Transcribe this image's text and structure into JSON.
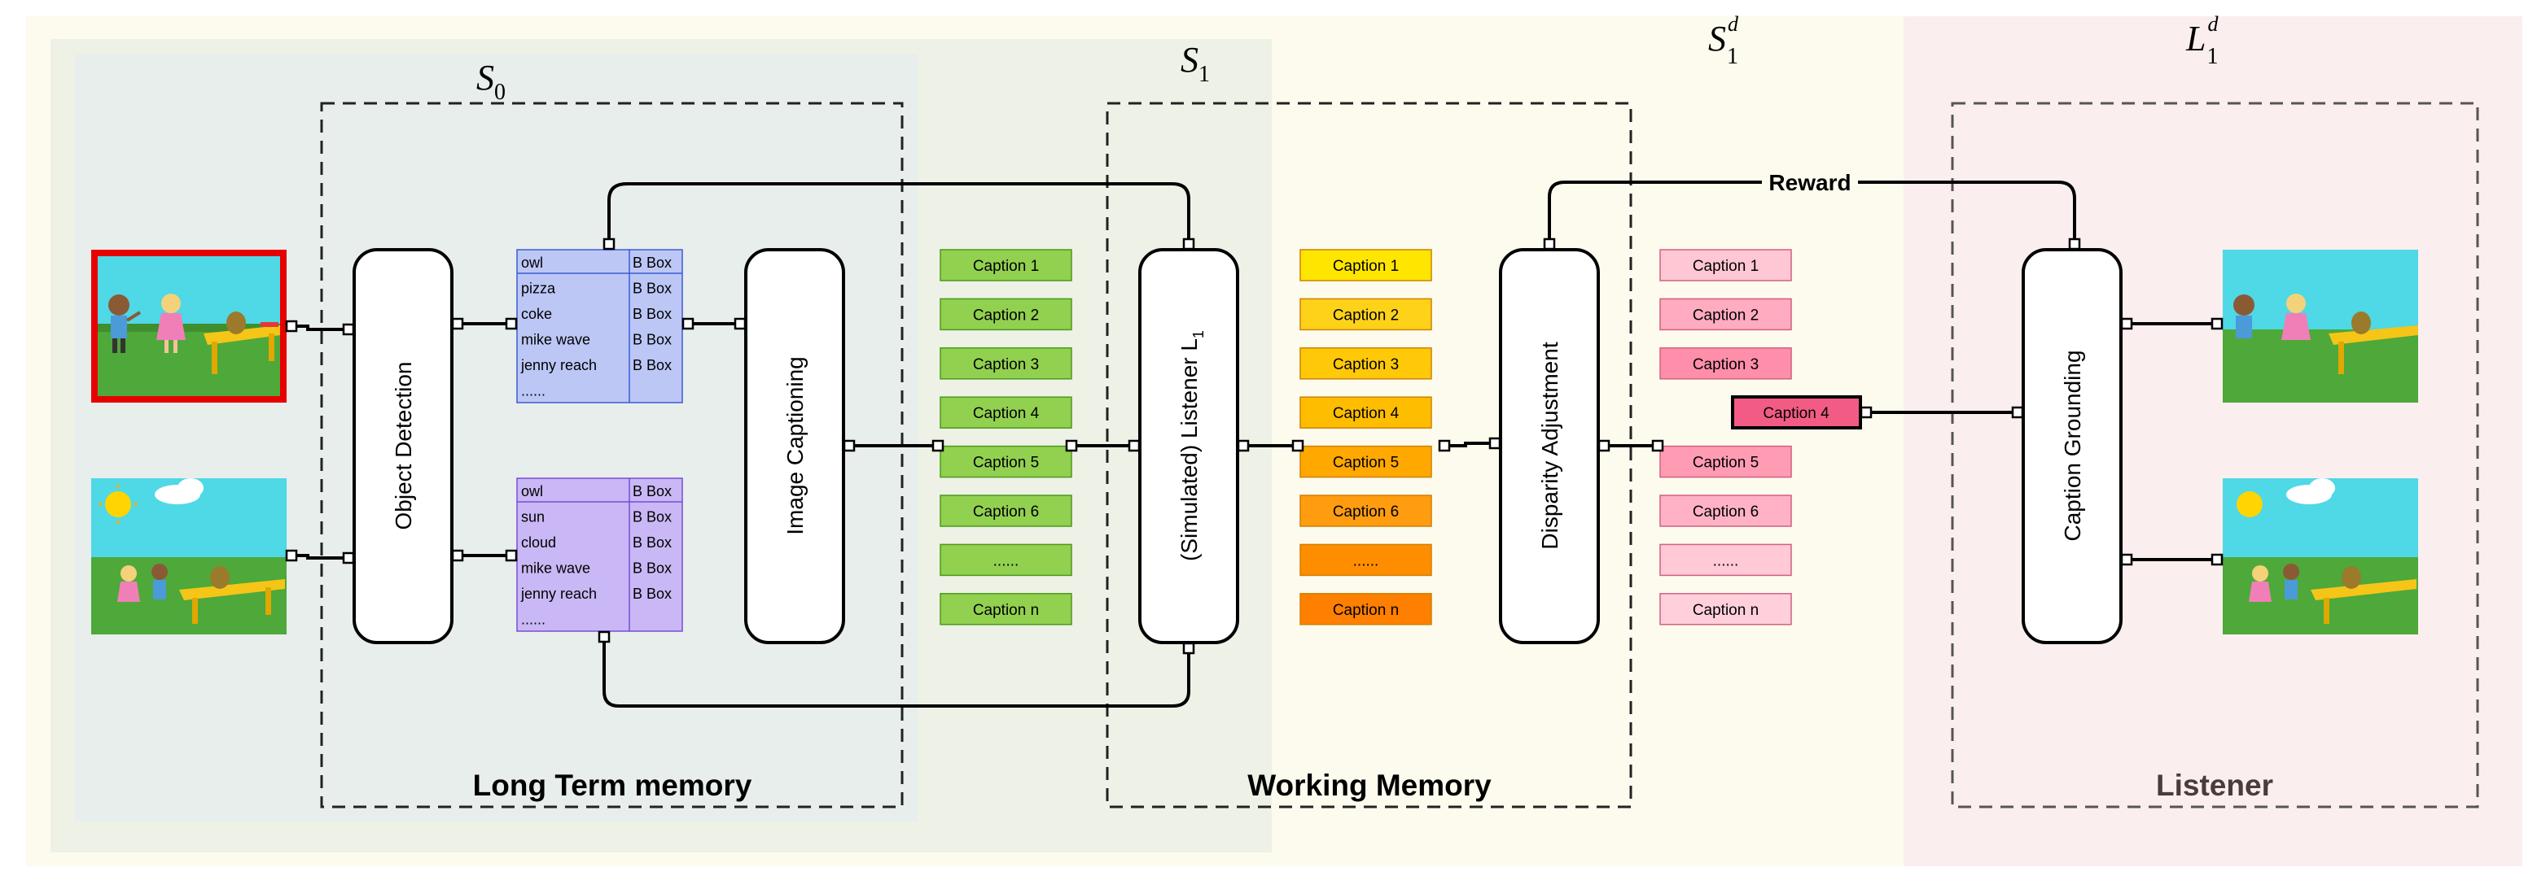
{
  "regions": {
    "s0_label": "S",
    "s0_sub": "0",
    "s1_label": "S",
    "s1_sub": "1",
    "s1d_label": "S",
    "s1d_sup": "d",
    "s1d_sub": "1",
    "l1d_label": "L",
    "l1d_sup": "d",
    "l1d_sub": "1"
  },
  "sections": {
    "long_term_memory": "Long Term memory",
    "working_memory": "Working Memory",
    "listener": "Listener"
  },
  "modules": {
    "object_detection": "Object Detection",
    "image_captioning": "Image Captioning",
    "simulated_listener": "(Simulated) Listener L",
    "simulated_listener_sub": "1",
    "disparity_adjustment": "Disparity Adjustment",
    "caption_grounding": "Caption Grounding"
  },
  "reward_label": "Reward",
  "table1": {
    "rows": [
      {
        "obj": "owl",
        "box": "B Box"
      },
      {
        "obj": "pizza",
        "box": "B Box"
      },
      {
        "obj": "coke",
        "box": "B Box"
      },
      {
        "obj": "mike wave",
        "box": "B Box"
      },
      {
        "obj": "jenny reach",
        "box": "B Box"
      },
      {
        "obj": "......",
        "box": ""
      }
    ]
  },
  "table2": {
    "rows": [
      {
        "obj": "owl",
        "box": "B Box"
      },
      {
        "obj": "sun",
        "box": "B Box"
      },
      {
        "obj": "cloud",
        "box": "B Box"
      },
      {
        "obj": "mike wave",
        "box": "B Box"
      },
      {
        "obj": "jenny reach",
        "box": "B Box"
      },
      {
        "obj": "......",
        "box": ""
      }
    ]
  },
  "captions_green": [
    "Caption 1",
    "Caption 2",
    "Caption 3",
    "Caption 4",
    "Caption 5",
    "Caption 6",
    "......",
    "Caption n"
  ],
  "captions_orange": [
    "Caption 1",
    "Caption 2",
    "Caption 3",
    "Caption 4",
    "Caption 5",
    "Caption 6",
    "......",
    "Caption n"
  ],
  "captions_pink": [
    "Caption 1",
    "Caption 2",
    "Caption 3",
    "",
    "Caption 5",
    "Caption 6",
    "......",
    "Caption n"
  ],
  "selected_caption": "Caption 4",
  "colors": {
    "outer_bg": "#fdfbee",
    "ltm_bg": "#eef1e6",
    "s0_bg": "#e8eeec",
    "listener_bg": "#fbeeee",
    "table1_fill": "#bcc7f6",
    "table2_fill": "#c9b8f5",
    "green_caption": "#92d050",
    "orange_shades": [
      "#ffe600",
      "#ffd21a",
      "#ffc90a",
      "#ffbd00",
      "#ffa800",
      "#ff9c10",
      "#ff8d00",
      "#ff7f00"
    ],
    "pink_shades": [
      "#ffc6d4",
      "#ffabc0",
      "#ff8eaa",
      "#f25c84",
      "#ff9cb4",
      "#ffb2c5",
      "#ffc9d6",
      "#ffcfdc"
    ],
    "target_highlight": "#e60000"
  }
}
